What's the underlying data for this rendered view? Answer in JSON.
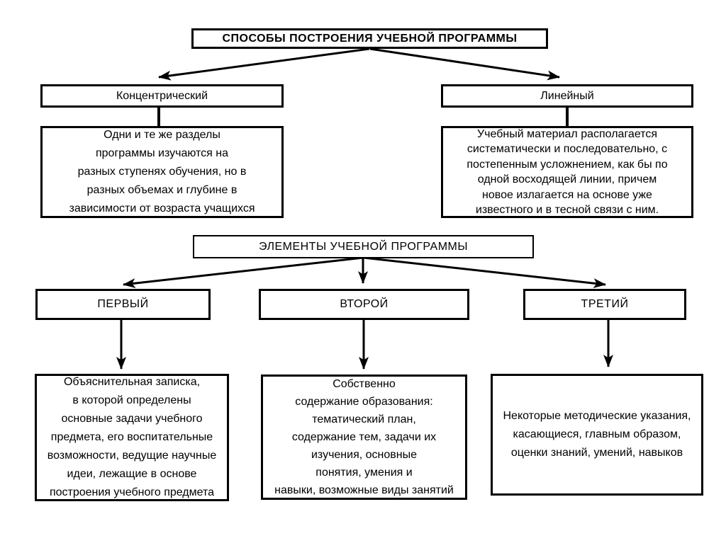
{
  "colors": {
    "ink": "#000000",
    "paper": "#ffffff"
  },
  "methods": {
    "title": "СПОСОБЫ ПОСТРОЕНИЯ УЧЕБНОЙ ПРОГРАММЫ",
    "concentric": {
      "label": "Концентрический",
      "description": "Одни и те же разделы\nпрограммы изучаются на\nразных ступенях обучения, но в\nразных объемах и глубине в\nзависимости от возраста учащихся"
    },
    "linear": {
      "label": "Линейный",
      "description": "Учебный материал располагается\nсистематически и последовательно, с\nпостепенным усложнением, как бы по\nодной восходящей линии, причем\nновое излагается на основе уже\nизвестного и в тесной связи с ним."
    }
  },
  "elements": {
    "title": "ЭЛЕМЕНТЫ УЧЕБНОЙ ПРОГРАММЫ",
    "first": {
      "label": "ПЕРВЫЙ",
      "description": "Объяснительная записка,\nв которой определены\nосновные задачи учебного\nпредмета, его воспитательные\nвозможности, ведущие научные\nидеи, лежащие в основе\nпостроения учебного предмета"
    },
    "second": {
      "label": "ВТОРОЙ",
      "description": "Собственно\nсодержание образования:\nтематический план,\nсодержание тем, задачи их\nизучения, основные\nпонятия, умения и\nнавыки, возможные виды занятий"
    },
    "third": {
      "label": "ТРЕТИЙ",
      "description": "Некоторые методические указания,\nкасающиеся, главным образом,\nоценки знаний, умений, навыков"
    }
  }
}
